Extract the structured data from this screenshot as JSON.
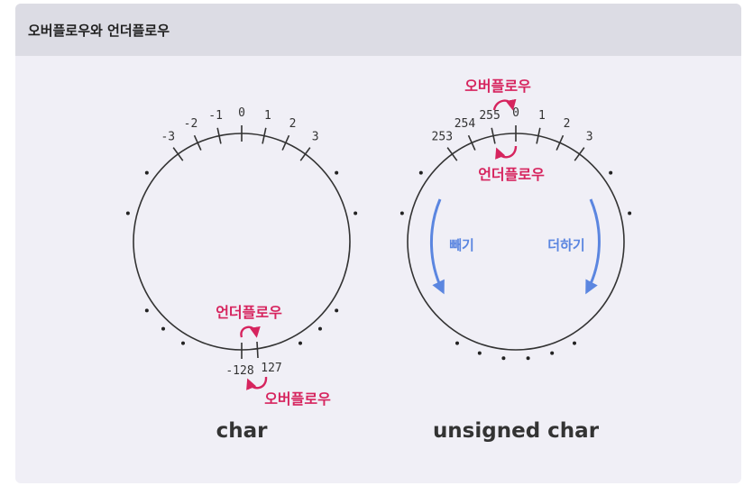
{
  "header": {
    "title": "오버플로우와 언더플로우"
  },
  "char_circle": {
    "top_ticks": [
      "-3",
      "-2",
      "-1",
      "0",
      "1",
      "2",
      "3"
    ],
    "bottom_left": "-128",
    "bottom_right": "127",
    "underflow_label": "언더플로우",
    "overflow_label": "오버플로우",
    "caption": "char"
  },
  "uchar_circle": {
    "top_ticks": [
      "253",
      "254",
      "255",
      "0",
      "1",
      "2",
      "3"
    ],
    "overflow_label": "오버플로우",
    "underflow_label": "언더플로우",
    "subtract_label": "빼기",
    "add_label": "더하기",
    "caption": "unsigned char"
  },
  "colors": {
    "accent_pink": "#d6245e",
    "accent_blue": "#5b86e0",
    "stroke": "#333333"
  }
}
